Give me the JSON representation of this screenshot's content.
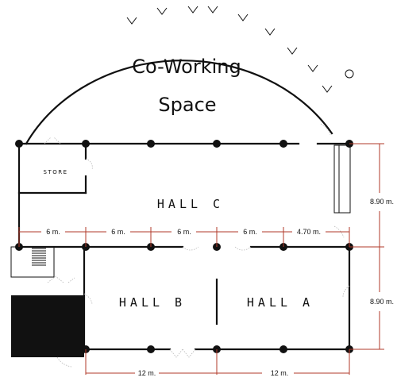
{
  "rooms": {
    "coworking_line1": "Co-Working",
    "coworking_line2": "Space",
    "store": "STORE",
    "hall_c": "HALL C",
    "hall_b": "HALL B",
    "hall_a": "HALL A"
  },
  "dimensions": {
    "hall_c_spans": [
      "6 m.",
      "6 m.",
      "6 m.",
      "6 m.",
      "4.70 m."
    ],
    "bottom_spans": [
      "12 m.",
      "12 m."
    ],
    "right_spans": [
      "8.90 m.",
      "8.90 m."
    ]
  },
  "colors": {
    "wall": "#111111",
    "dimension_line": "#b23a2a",
    "door": "#b8b8b8"
  }
}
